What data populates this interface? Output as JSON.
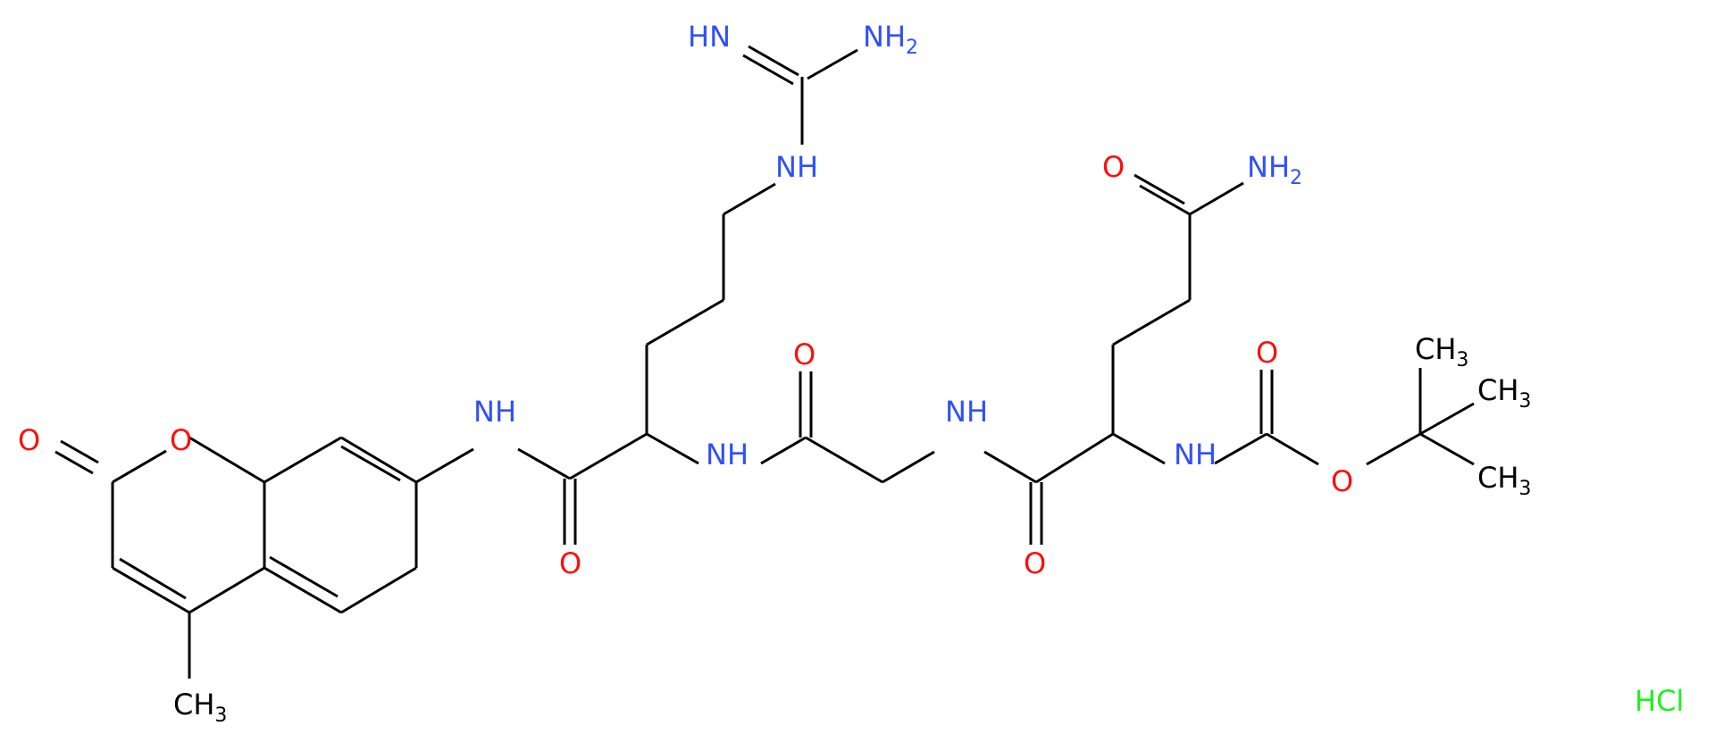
{
  "colors": {
    "bond": "#000000",
    "nitrogen": "#3050F8",
    "oxygen": "#FF0D0D",
    "carbon": "#000000",
    "chlorine": "#1FF01F"
  },
  "labels": {
    "guan_hn": "HN",
    "guan_nh2_main": "NH",
    "guan_nh2_sub": "2",
    "guan_nh": "NH",
    "amide_o_top": "O",
    "amide_nh2_main": "NH",
    "amide_nh2_sub": "2",
    "gly_o": "O",
    "boc_o_top": "O",
    "ch3_a_main": "CH",
    "ch3_a_sub": "3",
    "ch3_b_main": "CH",
    "ch3_b_sub": "3",
    "ch3_c_main": "CH",
    "ch3_c_sub": "3",
    "coumarin_nh": "NH",
    "coumarin_o_exo": "O",
    "coumarin_o_ring": "O",
    "arg_nh": "NH",
    "gly_nh": "NH",
    "gln_nh": "NH",
    "boc_o_ester": "O",
    "arg_o": "O",
    "gln_o": "O",
    "methyl_main": "CH",
    "methyl_sub": "3",
    "hcl": "HCl"
  }
}
